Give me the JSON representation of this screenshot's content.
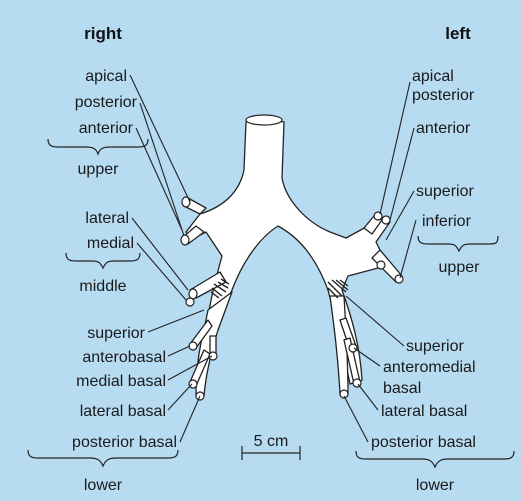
{
  "headers": {
    "right": "right",
    "left": "left"
  },
  "right_labels": {
    "apical": "apical",
    "posterior": "posterior",
    "anterior": "anterior",
    "upper": "upper",
    "lateral": "lateral",
    "medial": "medial",
    "middle": "middle",
    "superior": "superior",
    "anterobasal": "anterobasal",
    "medial_basal": "medial basal",
    "lateral_basal": "lateral basal",
    "posterior_basal": "posterior basal",
    "lower": "lower"
  },
  "left_labels": {
    "apical": "apical",
    "posterior": "posterior",
    "anterior": "anterior",
    "superior": "superior",
    "inferior": "inferior",
    "upper": "upper",
    "superior_lower": "superior",
    "anteromedial": "anteromedial",
    "basal": "basal",
    "lateral_basal": "lateral basal",
    "posterior_basal": "posterior basal",
    "lower": "lower"
  },
  "scale_bar": {
    "label": "5 cm"
  },
  "colors": {
    "background": "#b7dcf2",
    "airway": "#ffffff",
    "outline": "#222222"
  }
}
